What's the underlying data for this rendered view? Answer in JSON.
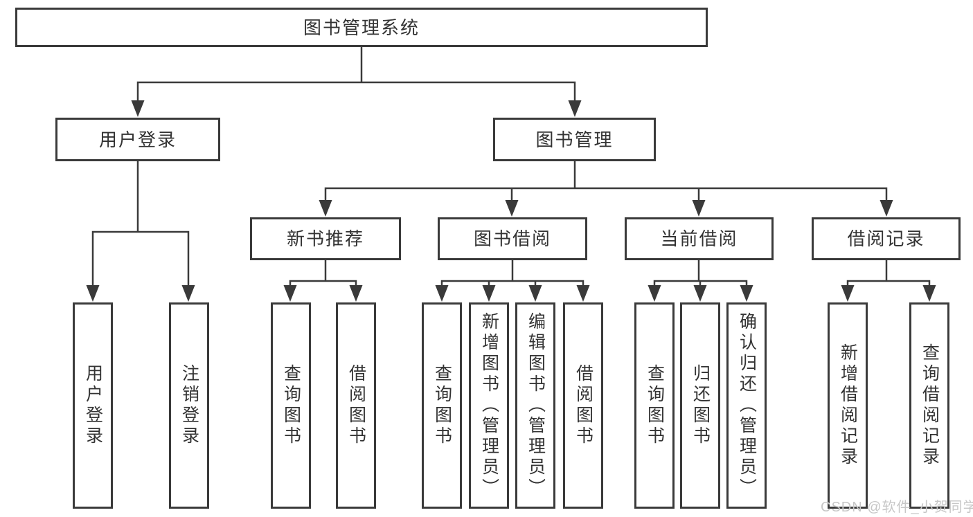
{
  "diagram": {
    "tree": {
      "root": {
        "label": "图书管理系统"
      },
      "branches": [
        {
          "label": "用户登录",
          "leaves": [
            {
              "label": "用户登录"
            },
            {
              "label": "注销登录"
            }
          ]
        },
        {
          "label": "图书管理",
          "children": [
            {
              "label": "新书推荐",
              "leaves": [
                {
                  "label": "查询图书"
                },
                {
                  "label": "借阅图书"
                }
              ]
            },
            {
              "label": "图书借阅",
              "leaves": [
                {
                  "label": "查询图书"
                },
                {
                  "label": "新增图书（管理员）"
                },
                {
                  "label": "编辑图书（管理员）"
                },
                {
                  "label": "借阅图书"
                }
              ]
            },
            {
              "label": "当前借阅",
              "leaves": [
                {
                  "label": "查询图书"
                },
                {
                  "label": "归还图书"
                },
                {
                  "label": "确认归还（管理员）"
                }
              ]
            },
            {
              "label": "借阅记录",
              "leaves": [
                {
                  "label": "新增借阅记录"
                },
                {
                  "label": "查询借阅记录"
                }
              ]
            }
          ]
        }
      ]
    },
    "colors": {
      "line": "#3a3a3a",
      "text": "#333333",
      "box_background": "#ffffff",
      "watermark": "#c7c7c7"
    },
    "watermark": {
      "text": "CSDN @软件_小贺同学"
    }
  }
}
